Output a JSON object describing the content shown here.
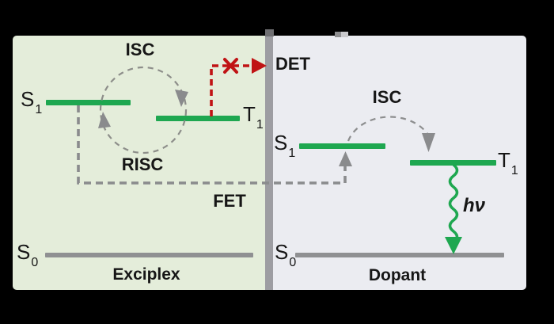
{
  "figure": {
    "type": "energy-level-diagram",
    "panels": {
      "exciplex": {
        "caption": "Exciplex",
        "levels": {
          "s1": {
            "base": "S",
            "sub": "1"
          },
          "t1": {
            "base": "T",
            "sub": "1"
          },
          "s0": {
            "base": "S",
            "sub": "0"
          }
        },
        "processes": {
          "isc": "ISC",
          "risc": "RISC",
          "fet": "FET",
          "det": "DET"
        }
      },
      "dopant": {
        "caption": "Dopant",
        "levels": {
          "s1": {
            "base": "S",
            "sub": "1"
          },
          "t1": {
            "base": "T",
            "sub": "1"
          },
          "s0": {
            "base": "S",
            "sub": "0"
          }
        },
        "processes": {
          "isc": "ISC",
          "emission": "hν"
        }
      }
    },
    "colors": {
      "excited_level_green": "#1ea750",
      "ground_level_gray": "#8f9092",
      "blocked_arrow_red": "#c01314",
      "transfer_arrow_gray": "#8a8b8d",
      "exciplex_bg": "#e4edda",
      "dopant_bg": "#ebecf1",
      "text": "#161616"
    }
  }
}
